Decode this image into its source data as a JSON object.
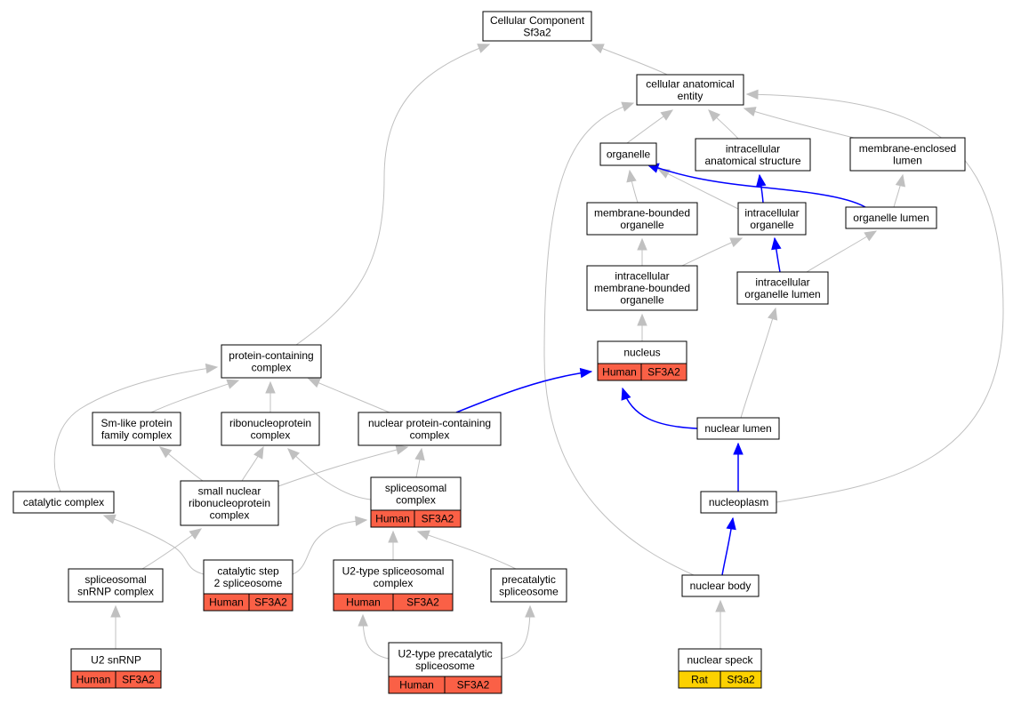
{
  "colors": {
    "human": "#fa6046",
    "rat": "#fcd100",
    "edge_gray": "#c0c0c0",
    "edge_blue": "#0000ff"
  },
  "nodes": {
    "cc": {
      "lines": [
        "Cellular Component",
        "Sf3a2"
      ]
    },
    "cae": {
      "lines": [
        "cellular anatomical",
        "entity"
      ]
    },
    "org": {
      "lines": [
        "organelle"
      ]
    },
    "ias": {
      "lines": [
        "intracellular",
        "anatomical structure"
      ]
    },
    "mel": {
      "lines": [
        "membrane-enclosed",
        "lumen"
      ]
    },
    "mbo": {
      "lines": [
        "membrane-bounded",
        "organelle"
      ]
    },
    "io": {
      "lines": [
        "intracellular",
        "organelle"
      ]
    },
    "ol": {
      "lines": [
        "organelle lumen"
      ]
    },
    "imbo": {
      "lines": [
        "intracellular",
        "membrane-bounded",
        "organelle"
      ]
    },
    "iol": {
      "lines": [
        "intracellular",
        "organelle lumen"
      ]
    },
    "nuc": {
      "lines": [
        "nucleus"
      ],
      "ann": [
        {
          "label": "Human",
          "color": "human"
        },
        {
          "label": "SF3A2",
          "color": "human"
        }
      ]
    },
    "pcc": {
      "lines": [
        "protein-containing",
        "complex"
      ]
    },
    "sml": {
      "lines": [
        "Sm-like protein",
        "family complex"
      ]
    },
    "rnp": {
      "lines": [
        "ribonucleoprotein",
        "complex"
      ]
    },
    "npcc": {
      "lines": [
        "nuclear protein-containing",
        "complex"
      ]
    },
    "nl": {
      "lines": [
        "nuclear lumen"
      ]
    },
    "cat": {
      "lines": [
        "catalytic complex"
      ]
    },
    "snrnp": {
      "lines": [
        "small nuclear",
        "ribonucleoprotein",
        "complex"
      ]
    },
    "spc": {
      "lines": [
        "spliceosomal",
        "complex"
      ],
      "ann": [
        {
          "label": "Human",
          "color": "human"
        },
        {
          "label": "SF3A2",
          "color": "human"
        }
      ]
    },
    "np": {
      "lines": [
        "nucleoplasm"
      ]
    },
    "ssc": {
      "lines": [
        "spliceosomal",
        "snRNP complex"
      ]
    },
    "cs2": {
      "lines": [
        "catalytic step",
        "2 spliceosome"
      ],
      "ann": [
        {
          "label": "Human",
          "color": "human"
        },
        {
          "label": "SF3A2",
          "color": "human"
        }
      ]
    },
    "u2t": {
      "lines": [
        "U2-type spliceosomal",
        "complex"
      ],
      "ann": [
        {
          "label": "Human",
          "color": "human"
        },
        {
          "label": "SF3A2",
          "color": "human"
        }
      ]
    },
    "pre": {
      "lines": [
        "precatalytic",
        "spliceosome"
      ]
    },
    "nb": {
      "lines": [
        "nuclear body"
      ]
    },
    "u2s": {
      "lines": [
        "U2 snRNP"
      ],
      "ann": [
        {
          "label": "Human",
          "color": "human"
        },
        {
          "label": "SF3A2",
          "color": "human"
        }
      ]
    },
    "u2p": {
      "lines": [
        "U2-type precatalytic",
        "spliceosome"
      ],
      "ann": [
        {
          "label": "Human",
          "color": "human"
        },
        {
          "label": "SF3A2",
          "color": "human"
        }
      ]
    },
    "ns": {
      "lines": [
        "nuclear speck"
      ],
      "ann": [
        {
          "label": "Rat",
          "color": "rat"
        },
        {
          "label": "Sf3a2",
          "color": "rat"
        }
      ]
    }
  },
  "edges": [
    {
      "from": "cae",
      "to": "cc",
      "color": "gray"
    },
    {
      "from": "pcc",
      "to": "cc",
      "color": "gray"
    },
    {
      "from": "org",
      "to": "cae",
      "color": "gray"
    },
    {
      "from": "ias",
      "to": "cae",
      "color": "gray"
    },
    {
      "from": "mel",
      "to": "cae",
      "color": "gray"
    },
    {
      "from": "nb",
      "to": "cae",
      "color": "gray"
    },
    {
      "from": "np",
      "to": "cae",
      "color": "gray"
    },
    {
      "from": "mbo",
      "to": "org",
      "color": "gray"
    },
    {
      "from": "io",
      "to": "org",
      "color": "gray"
    },
    {
      "from": "ol",
      "to": "org",
      "color": "blue"
    },
    {
      "from": "io",
      "to": "ias",
      "color": "blue"
    },
    {
      "from": "ol",
      "to": "mel",
      "color": "gray"
    },
    {
      "from": "imbo",
      "to": "mbo",
      "color": "gray"
    },
    {
      "from": "imbo",
      "to": "io",
      "color": "gray"
    },
    {
      "from": "iol",
      "to": "io",
      "color": "blue"
    },
    {
      "from": "iol",
      "to": "ol",
      "color": "gray"
    },
    {
      "from": "nuc",
      "to": "imbo",
      "color": "gray"
    },
    {
      "from": "npcc",
      "to": "nuc",
      "color": "blue"
    },
    {
      "from": "nl",
      "to": "nuc",
      "color": "blue"
    },
    {
      "from": "nl",
      "to": "iol",
      "color": "gray"
    },
    {
      "from": "np",
      "to": "nl",
      "color": "blue"
    },
    {
      "from": "nb",
      "to": "np",
      "color": "blue"
    },
    {
      "from": "ns",
      "to": "nb",
      "color": "gray"
    },
    {
      "from": "sml",
      "to": "pcc",
      "color": "gray"
    },
    {
      "from": "rnp",
      "to": "pcc",
      "color": "gray"
    },
    {
      "from": "npcc",
      "to": "pcc",
      "color": "gray"
    },
    {
      "from": "cat",
      "to": "pcc",
      "color": "gray"
    },
    {
      "from": "snrnp",
      "to": "sml",
      "color": "gray"
    },
    {
      "from": "snrnp",
      "to": "rnp",
      "color": "gray"
    },
    {
      "from": "snrnp",
      "to": "npcc",
      "color": "gray"
    },
    {
      "from": "spc",
      "to": "rnp",
      "color": "gray"
    },
    {
      "from": "spc",
      "to": "npcc",
      "color": "gray"
    },
    {
      "from": "ssc",
      "to": "snrnp",
      "color": "gray"
    },
    {
      "from": "cs2",
      "to": "cat",
      "color": "gray"
    },
    {
      "from": "cs2",
      "to": "spc",
      "color": "gray"
    },
    {
      "from": "u2t",
      "to": "spc",
      "color": "gray"
    },
    {
      "from": "pre",
      "to": "spc",
      "color": "gray"
    },
    {
      "from": "u2s",
      "to": "ssc",
      "color": "gray"
    },
    {
      "from": "u2p",
      "to": "u2t",
      "color": "gray"
    },
    {
      "from": "u2p",
      "to": "pre",
      "color": "gray"
    }
  ]
}
